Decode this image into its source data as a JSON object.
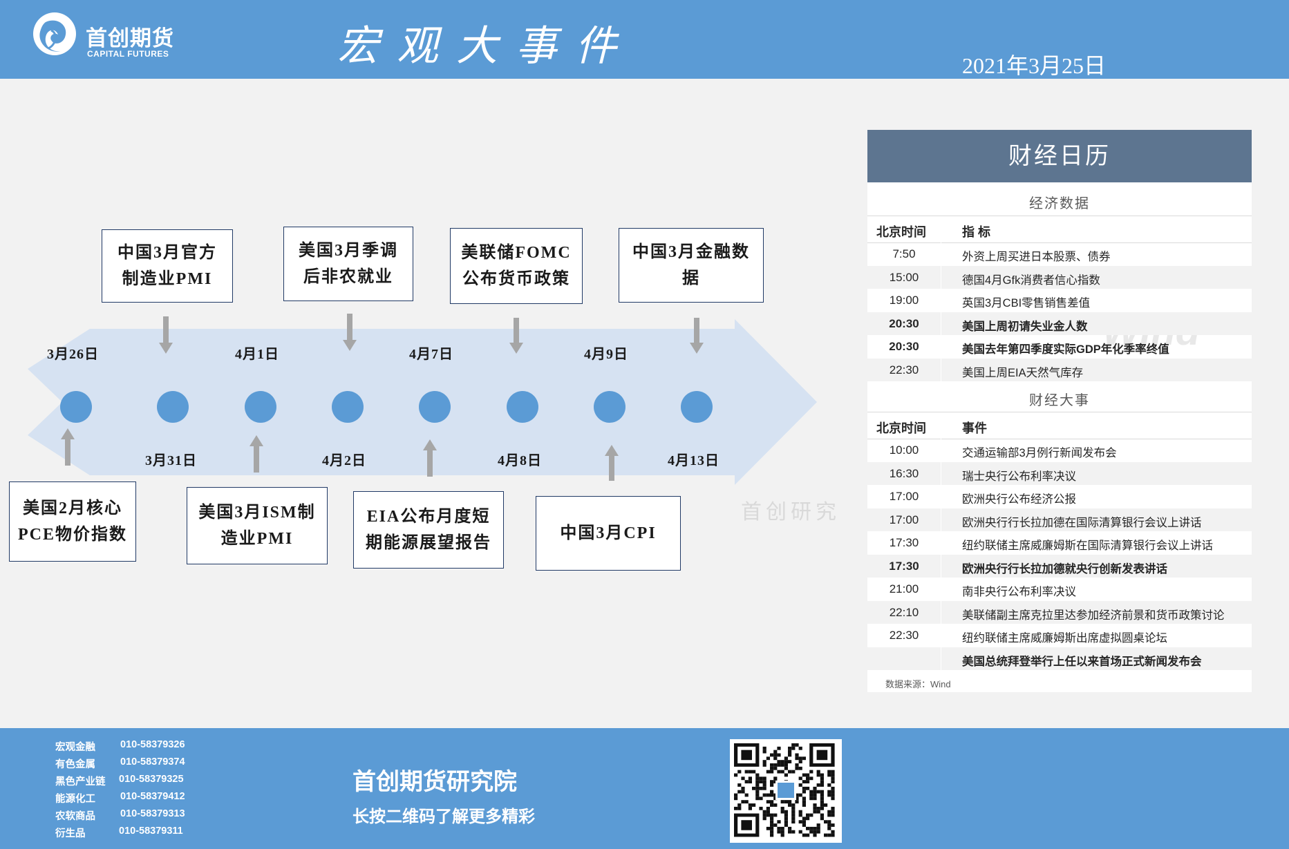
{
  "header": {
    "logo_cn": "首创期货",
    "logo_en": "CAPITAL FUTURES",
    "title": "宏观大事件",
    "date": "2021年3月25日"
  },
  "timeline": {
    "top_dates": [
      "3月26日",
      "4月1日",
      "4月7日",
      "4月9日"
    ],
    "bottom_dates": [
      "3月31日",
      "4月2日",
      "4月8日",
      "4月13日"
    ],
    "top_events": [
      {
        "line1": "中国3月官方",
        "line2": "制造业PMI"
      },
      {
        "line1": "美国3月季调",
        "line2": "后非农就业"
      },
      {
        "line1": "美联储FOMC",
        "line2": "公布货币政策"
      },
      {
        "line1": "中国3月金融数",
        "line2": "据"
      }
    ],
    "bottom_events": [
      {
        "line1": "美国2月核心",
        "line2": "PCE物价指数"
      },
      {
        "line1": "美国3月ISM制",
        "line2": "造业PMI"
      },
      {
        "line1": "EIA公布月度短",
        "line2": "期能源展望报告"
      },
      {
        "line1": "中国3月CPI",
        "line2": ""
      }
    ],
    "watermark": "首创研究"
  },
  "calendar": {
    "title": "财经日历",
    "section_economic": "经济数据",
    "head_time": "北京时间",
    "head_indicator": "指  标",
    "economic": [
      {
        "time": "7:50",
        "text": "外资上周买进日本股票、债券",
        "bold": false
      },
      {
        "time": "15:00",
        "text": "德国4月Gfk消费者信心指数",
        "bold": false
      },
      {
        "time": "19:00",
        "text": "英国3月CBI零售销售差值",
        "bold": false
      },
      {
        "time": "20:30",
        "text": "美国上周初请失业金人数",
        "bold": true
      },
      {
        "time": "20:30",
        "text": "美国去年第四季度实际GDP年化季率终值",
        "bold": true
      },
      {
        "time": "22:30",
        "text": "美国上周EIA天然气库存",
        "bold": false
      }
    ],
    "section_events": "财经大事",
    "head_event": "事件",
    "events": [
      {
        "time": "10:00",
        "text": "交通运输部3月例行新闻发布会",
        "bold": false
      },
      {
        "time": "16:30",
        "text": "瑞士央行公布利率决议",
        "bold": false
      },
      {
        "time": "17:00",
        "text": "欧洲央行公布经济公报",
        "bold": false
      },
      {
        "time": "17:00",
        "text": "欧洲央行行长拉加德在国际清算银行会议上讲话",
        "bold": false
      },
      {
        "time": "17:30",
        "text": "纽约联储主席威廉姆斯在国际清算银行会议上讲话",
        "bold": false
      },
      {
        "time": "17:30",
        "text": "欧洲央行行长拉加德就央行创新发表讲话",
        "bold": true
      },
      {
        "time": "21:00",
        "text": "南非央行公布利率决议",
        "bold": false
      },
      {
        "time": "22:10",
        "text": "美联储副主席克拉里达参加经济前景和货币政策讨论",
        "bold": false
      },
      {
        "time": "22:30",
        "text": "纽约联储主席威廉姆斯出席虚拟圆桌论坛",
        "bold": false
      },
      {
        "time": "",
        "text": "美国总统拜登举行上任以来首场正式新闻发布会",
        "bold": true
      }
    ],
    "source": "数据来源：Wind",
    "watermark": "Wind"
  },
  "footer": {
    "contacts": [
      {
        "dept": "宏观金融",
        "phone": "010-58379326"
      },
      {
        "dept": "有色金属",
        "phone": "010-58379374"
      },
      {
        "dept": "黑色产业链",
        "phone": "010-58379325"
      },
      {
        "dept": "能源化工",
        "phone": "010-58379412"
      },
      {
        "dept": "农软商品",
        "phone": "010-58379313"
      },
      {
        "dept": "衍生品",
        "phone": "010-58379311"
      }
    ],
    "org": "首创期货研究院",
    "sub": "长按二维码了解更多精彩"
  },
  "colors": {
    "brand_blue": "#5b9bd5",
    "arrow_fill": "#d6e2f2",
    "calendar_title": "#5d7590"
  }
}
